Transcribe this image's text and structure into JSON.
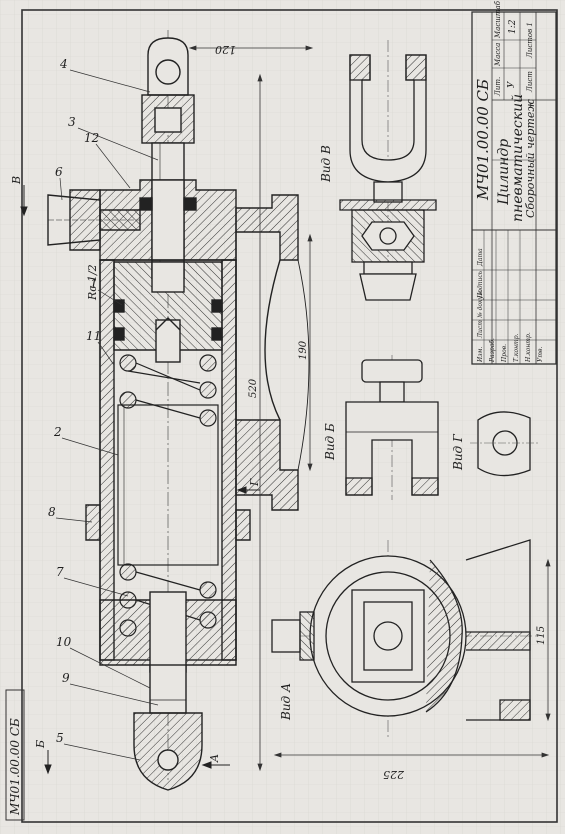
{
  "drawing": {
    "stamp_code": "МЧ01.00.00 СБ",
    "side_code": "МЧ01.00.00 СБ",
    "title_line1": "Цилиндр",
    "title_line2": "пневматический",
    "title_line3": "Сборочный чертеж",
    "scale": "1:2",
    "lit_header": "Лит.",
    "mass_header": "Масса",
    "scale_header": "Масштаб",
    "sheet_label": "Лист",
    "sheets_label": "Листов 1",
    "lit_value": "У",
    "rows": [
      "Изм.",
      "Лист",
      "№ докум.",
      "Подпись",
      "Дата"
    ],
    "roles": [
      "Разраб.",
      "Пров.",
      "Т.контр.",
      "Н.контр.",
      "Утв."
    ]
  },
  "views": {
    "vid_v": "Вид В",
    "vid_b": "Вид Б",
    "vid_g": "Вид Г",
    "vid_a": "Вид А",
    "arrow_a": "A",
    "arrow_b": "Б",
    "arrow_v": "В",
    "arrow_g": "Г",
    "thread": "Rc 1/2"
  },
  "dimensions": {
    "d120": "120",
    "d520": "520",
    "d190": "190",
    "d225": "225",
    "d115": "115"
  },
  "callouts": [
    "4",
    "3",
    "12",
    "6",
    "1",
    "11",
    "2",
    "8",
    "7",
    "10",
    "9",
    "5"
  ]
}
